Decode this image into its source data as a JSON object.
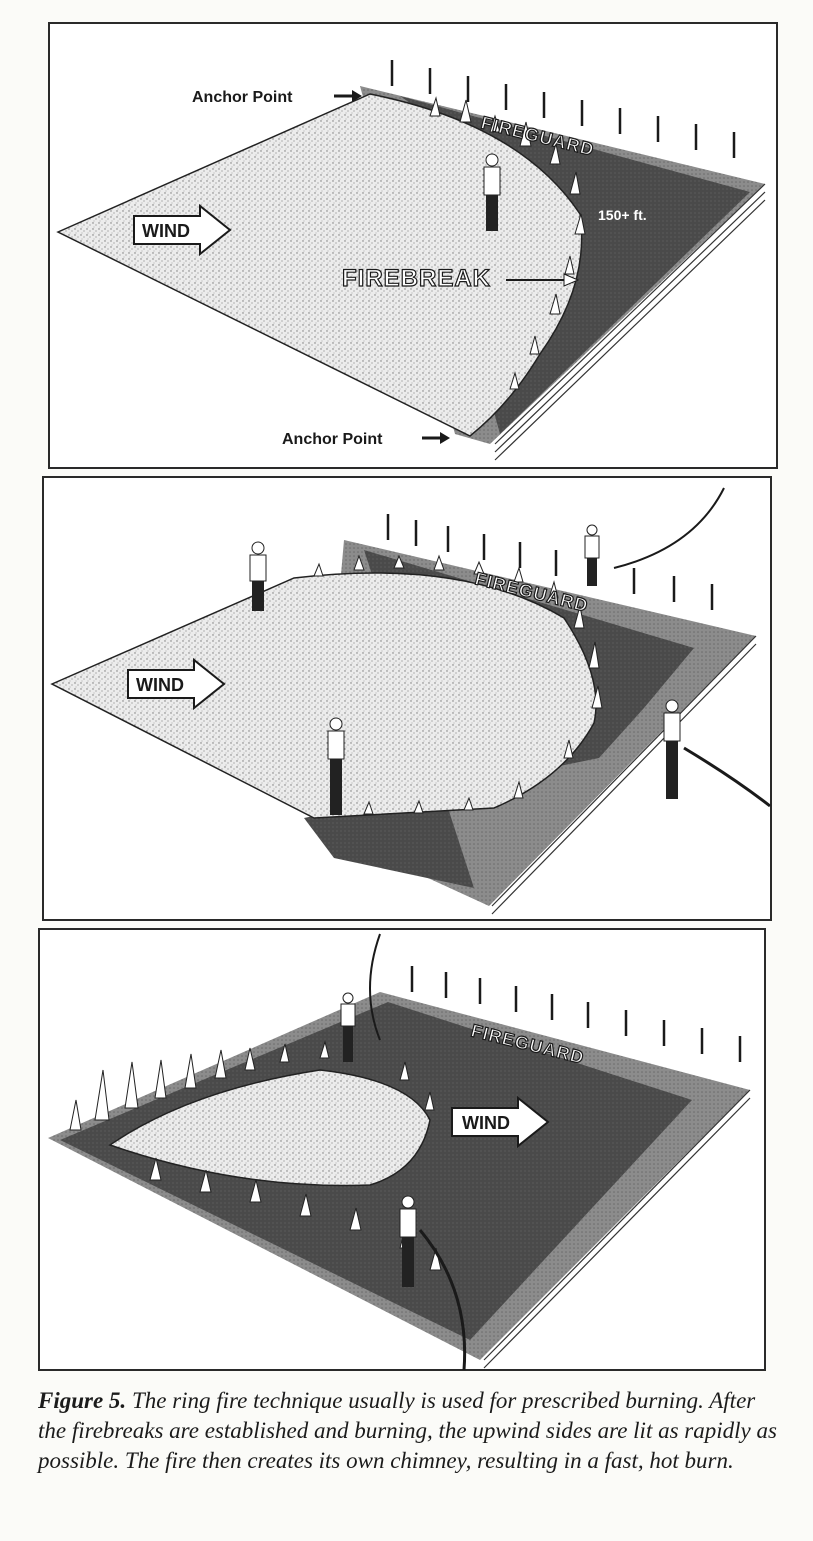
{
  "panel1": {
    "anchor_top": "Anchor Point",
    "anchor_bottom": "Anchor Point",
    "wind": "WIND",
    "firebreak": "FIREBREAK",
    "distance": "150+ ft.",
    "fireguard": "FIREGUARD"
  },
  "panel2": {
    "wind": "WIND",
    "fireguard": "FIREGUARD"
  },
  "panel3": {
    "wind": "WIND",
    "fireguard": "FIREGUARD"
  },
  "caption": {
    "label": "Figure 5.",
    "text": "The ring fire technique usually is used for prescribed burning. After the firebreaks are established and burning, the upwind sides are lit as rapidly as possible. The fire then creates its own chimney, resulting in a fast, hot burn."
  },
  "colors": {
    "ink": "#1a1a1a",
    "burned": "#4a4a4a",
    "fireguard": "#8c8c8c",
    "fuel": "#d9d9d9"
  }
}
